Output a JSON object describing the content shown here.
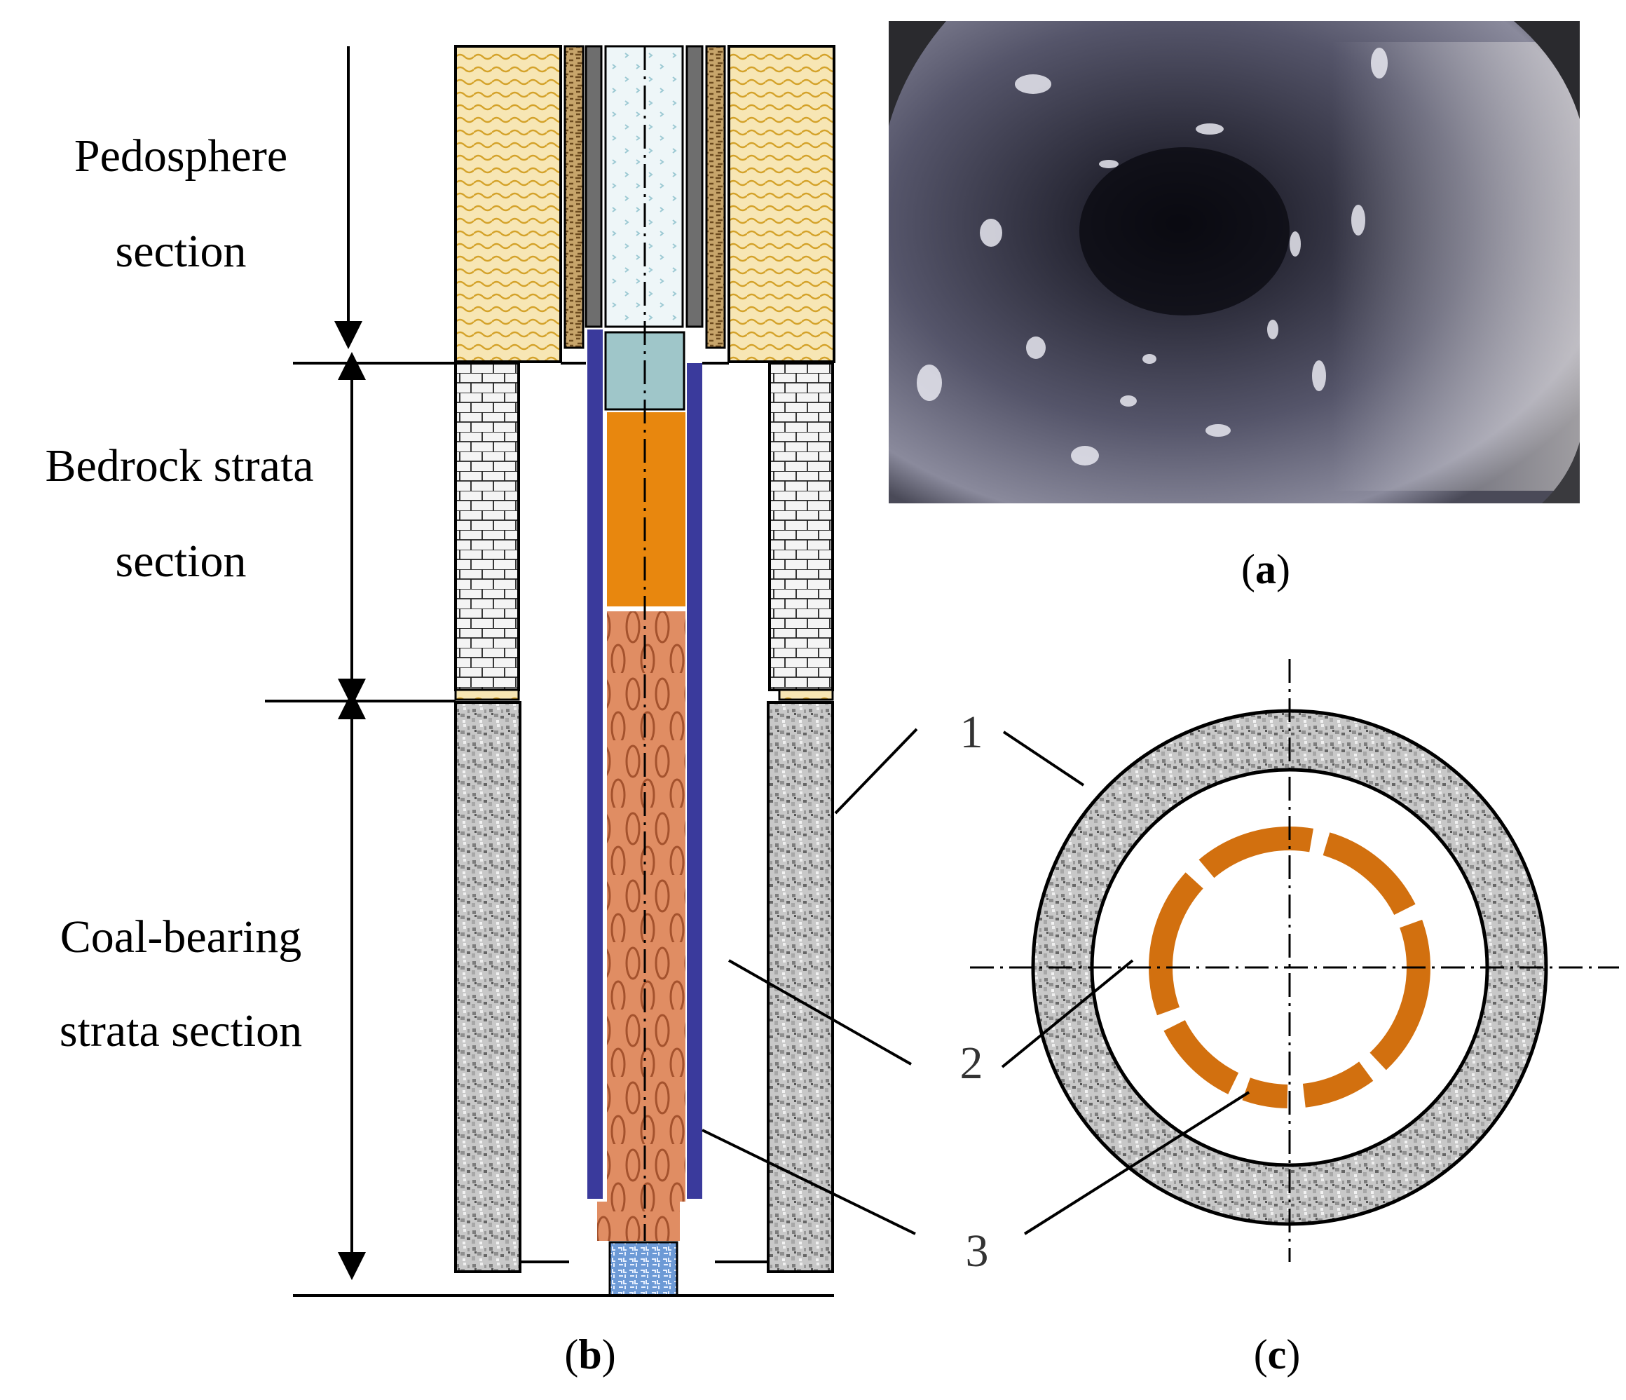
{
  "sections": {
    "pedosphere": [
      "Pedosphere",
      "section"
    ],
    "bedrock": [
      "Bedrock strata",
      "section"
    ],
    "coal": [
      "Coal-bearing",
      "strata section"
    ]
  },
  "callouts": {
    "one": "1",
    "two": "2",
    "three": "3"
  },
  "panels": {
    "a": {
      "open": "(",
      "letter": "a",
      "close": ")"
    },
    "b": {
      "open": "(",
      "letter": "b",
      "close": ")"
    },
    "c": {
      "open": "(",
      "letter": "c",
      "close": ")"
    }
  },
  "colors": {
    "soil_fill": "#f7e6b4",
    "soil_wave": "#d4a22a",
    "brick_fill": "#f4f4f4",
    "coal_stone": "#b9b9b9",
    "casing_blue": "#3a3a9c",
    "pipe_cap": "#9fc6c9",
    "orange": "#e8870e",
    "copper": "#e08d63",
    "base_blue": "#6d9ad6",
    "ring_orange": "#d2700f",
    "borehole_dark": "#2a2a36"
  },
  "icons": {
    "photo": "borehole-camera-photo",
    "cross_section": "borehole-cross-section"
  }
}
